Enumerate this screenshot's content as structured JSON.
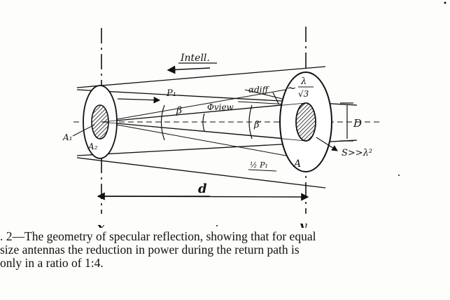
{
  "figure": {
    "labels": {
      "intell": "Intell.",
      "p1": "P₁",
      "beta": "β",
      "phi_view": "Φview",
      "alpha_diff": "αdiff",
      "tilde": "~",
      "lambda_frac_num": "λ",
      "lambda_frac_den": "√3",
      "beta_prime": "β′",
      "D": "D",
      "A1": "A₁",
      "A2": "A₂",
      "A": "A",
      "s_cond": "S>>λ²",
      "p_return": "½ P₁",
      "d": "d",
      "x": "x",
      "y": "y"
    }
  },
  "caption": {
    "line1": ". 2—The geometry of specular reflection, showing that for equal",
    "line2": "size antennas the reduction in power during the return path is",
    "line3": "only in a ratio of 1:4."
  },
  "colors": {
    "ink": "#111111",
    "paper": "#fdfdfb"
  }
}
